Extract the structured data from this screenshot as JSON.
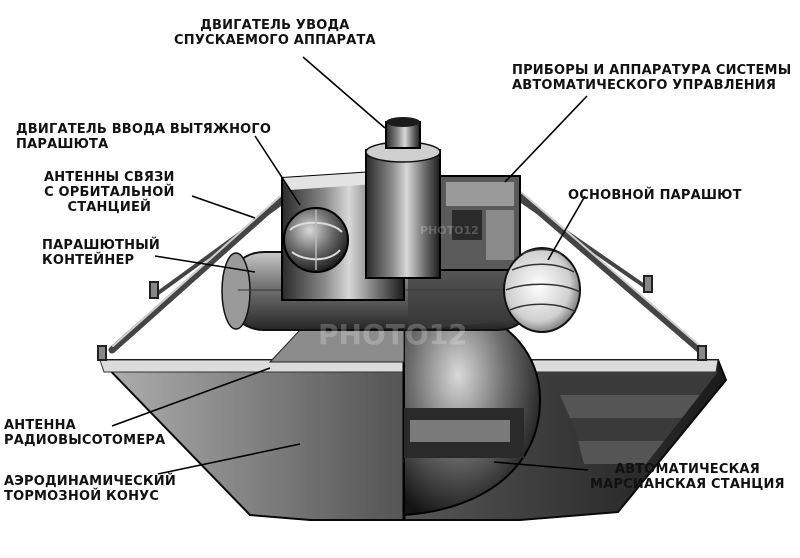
{
  "labels": {
    "descent_engine": [
      "ДВИГАТЕЛЬ УВОДА",
      "СПУСКАЕМОГО АППАРАТА"
    ],
    "control_system": [
      "ПРИБОРЫ И АППАРАТУРА СИСТЕМЫ",
      "АВТОМАТИЧЕСКОГО УПРАВЛЕНИЯ"
    ],
    "pilot_chute_engine": [
      "ДВИГАТЕЛЬ ВВОДА ВЫТЯЖНОГО",
      "ПАРАШЮТА"
    ],
    "comm_antennas": [
      "АНТЕННЫ СВЯЗИ",
      "С ОРБИТАЛЬНОЙ",
      "СТАНЦИЕЙ"
    ],
    "main_parachute": [
      "ОСНОВНОЙ ПАРАШЮТ"
    ],
    "parachute_container": [
      "ПАРАШЮТНЫЙ",
      "КОНТЕЙНЕР"
    ],
    "radar_altimeter_antenna": [
      "АНТЕННА",
      "РАДИОВЫСОТОМЕРА"
    ],
    "aero_brake_cone": [
      "АЭРОДИНАМИЧЕСКИЙ",
      "ТОРМОЗНОЙ КОНУС"
    ],
    "mars_station": [
      "АВТОМАТИЧЕСКАЯ",
      "МАРСИАНСКАЯ СТАНЦИЯ"
    ]
  },
  "watermark": "PHOTO12",
  "colors": {
    "ink": "#111111",
    "background": "#ffffff"
  }
}
